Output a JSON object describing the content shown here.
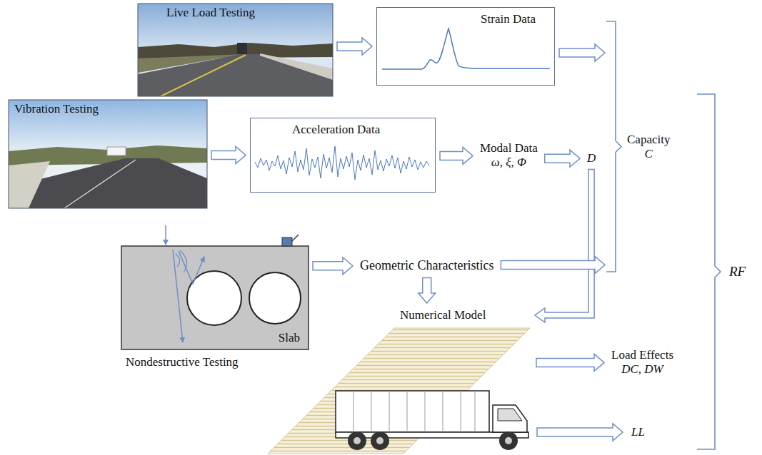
{
  "diagram": {
    "nodes": [
      {
        "text": [
          "Live Load Testing"
        ]
      },
      {
        "text": [
          "Strain Data"
        ]
      },
      {
        "text": [
          "Capacity",
          "C"
        ]
      },
      {
        "text": [
          "Vibration Testing"
        ]
      },
      {
        "text": [
          "Acceleration Data"
        ]
      },
      {
        "text": [
          "Modal Data",
          "ω, ξ, Φ"
        ]
      },
      {
        "text": [
          "D"
        ]
      },
      {
        "text": [
          "RF"
        ]
      },
      {
        "text": [
          "Slab",
          "Nondestructive Testing"
        ]
      },
      {
        "text": [
          "Geometric Characteristics"
        ]
      },
      {
        "text": [
          "Numerical Model"
        ]
      },
      {
        "text": [
          "Load Effects",
          "DC, DW"
        ]
      },
      {
        "text": [
          "LL"
        ]
      }
    ],
    "edges": [
      {
        "from": 0,
        "to": 1,
        "arrow": "to"
      },
      {
        "from": 1,
        "to": 2,
        "arrow": "to"
      },
      {
        "from": 3,
        "to": 4,
        "arrow": "to"
      },
      {
        "from": 4,
        "to": 5,
        "arrow": "to"
      },
      {
        "from": 5,
        "to": 6,
        "arrow": "to"
      },
      {
        "from": 6,
        "to": 10,
        "arrow": "to"
      },
      {
        "from": 8,
        "to": 9,
        "arrow": "to"
      },
      {
        "from": 9,
        "to": 2,
        "arrow": "to"
      },
      {
        "from": 9,
        "to": 10,
        "arrow": "to"
      },
      {
        "from": 10,
        "to": 11,
        "arrow": "to"
      }
    ]
  }
}
